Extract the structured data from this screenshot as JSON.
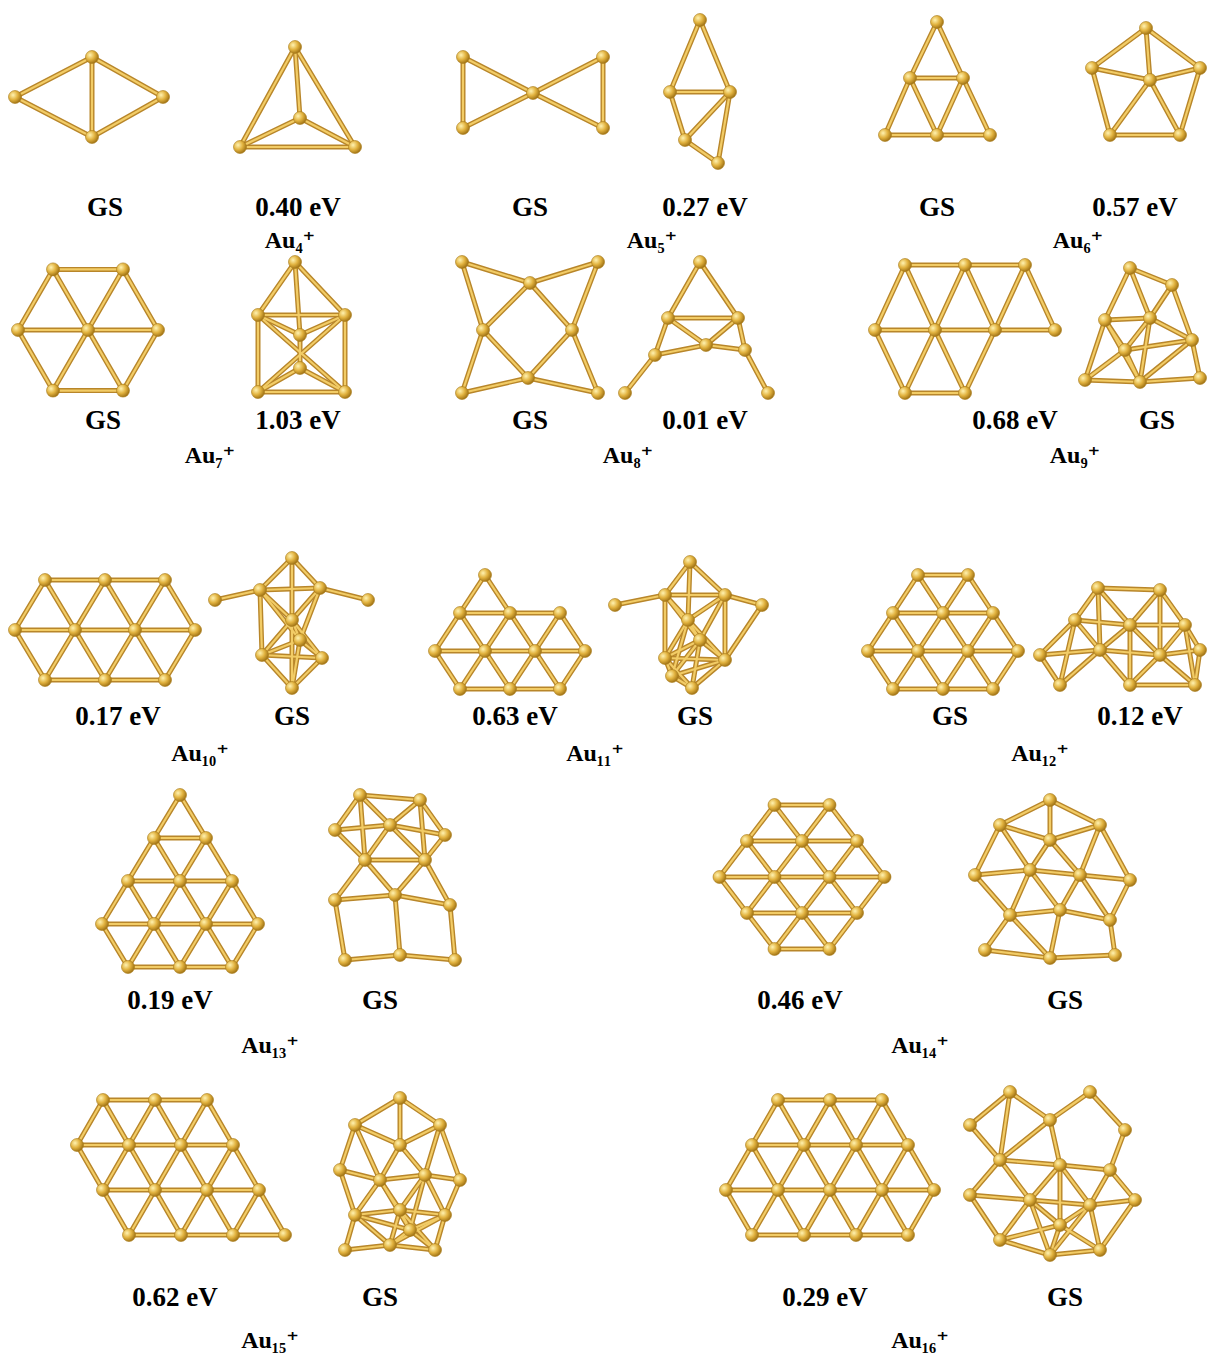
{
  "diagram": {
    "labels": [
      "GS",
      "0.40 eV",
      "GS",
      "0.27 eV",
      "GS",
      "0.57 eV",
      "Au₄⁺",
      "Au₅⁺",
      "Au₆⁺",
      "GS",
      "1.03 eV",
      "GS",
      "0.01 eV",
      "0.68 eV",
      "GS",
      "Au₇⁺",
      "Au₈⁺",
      "Au₉⁺",
      "0.17 eV",
      "GS",
      "0.63 eV",
      "GS",
      "GS",
      "0.12 eV",
      "Au₁₀⁺",
      "Au₁₁⁺",
      "Au₁₂⁺",
      "0.19 eV",
      "GS",
      "0.46 eV",
      "GS",
      "Au₁₃⁺",
      "Au₁₄⁺",
      "0.62 eV",
      "GS",
      "0.29 eV",
      "GS",
      "Au₁₅⁺",
      "Au₁₆⁺"
    ]
  }
}
